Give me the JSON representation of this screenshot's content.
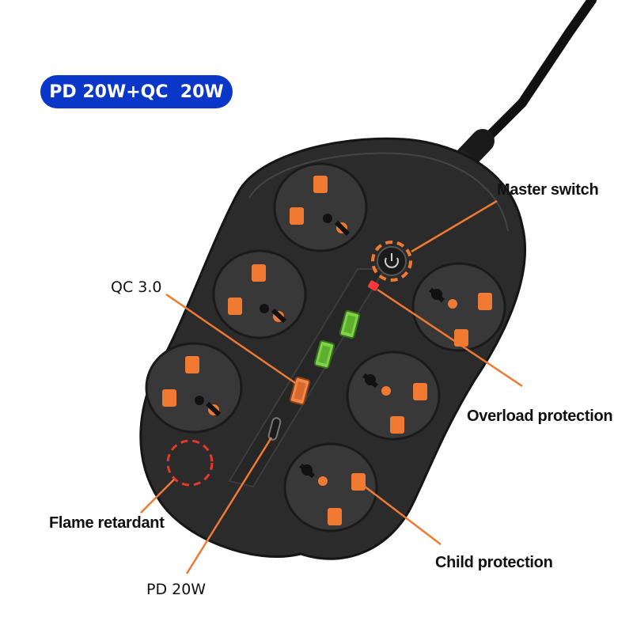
{
  "badge": {
    "text": "PD 20W+QC  20W"
  },
  "callouts": {
    "master_switch": "Master switch",
    "qc": "QC 3.0",
    "overload": "Overload protection",
    "flame": "Flame retardant",
    "child": "Child protection",
    "pd": "PD 20W"
  },
  "colors": {
    "badge_bg": "#0a37c8",
    "body": "#2e2e2e",
    "socket": "#3a3a3a",
    "orange_pin": "#f07a32",
    "leader_line": "#f07a32",
    "usb_green": "#7ed34a",
    "usb_orange": "#f0884a",
    "led_red": "#ff3a3a",
    "flame_circle": "#e8382a"
  }
}
